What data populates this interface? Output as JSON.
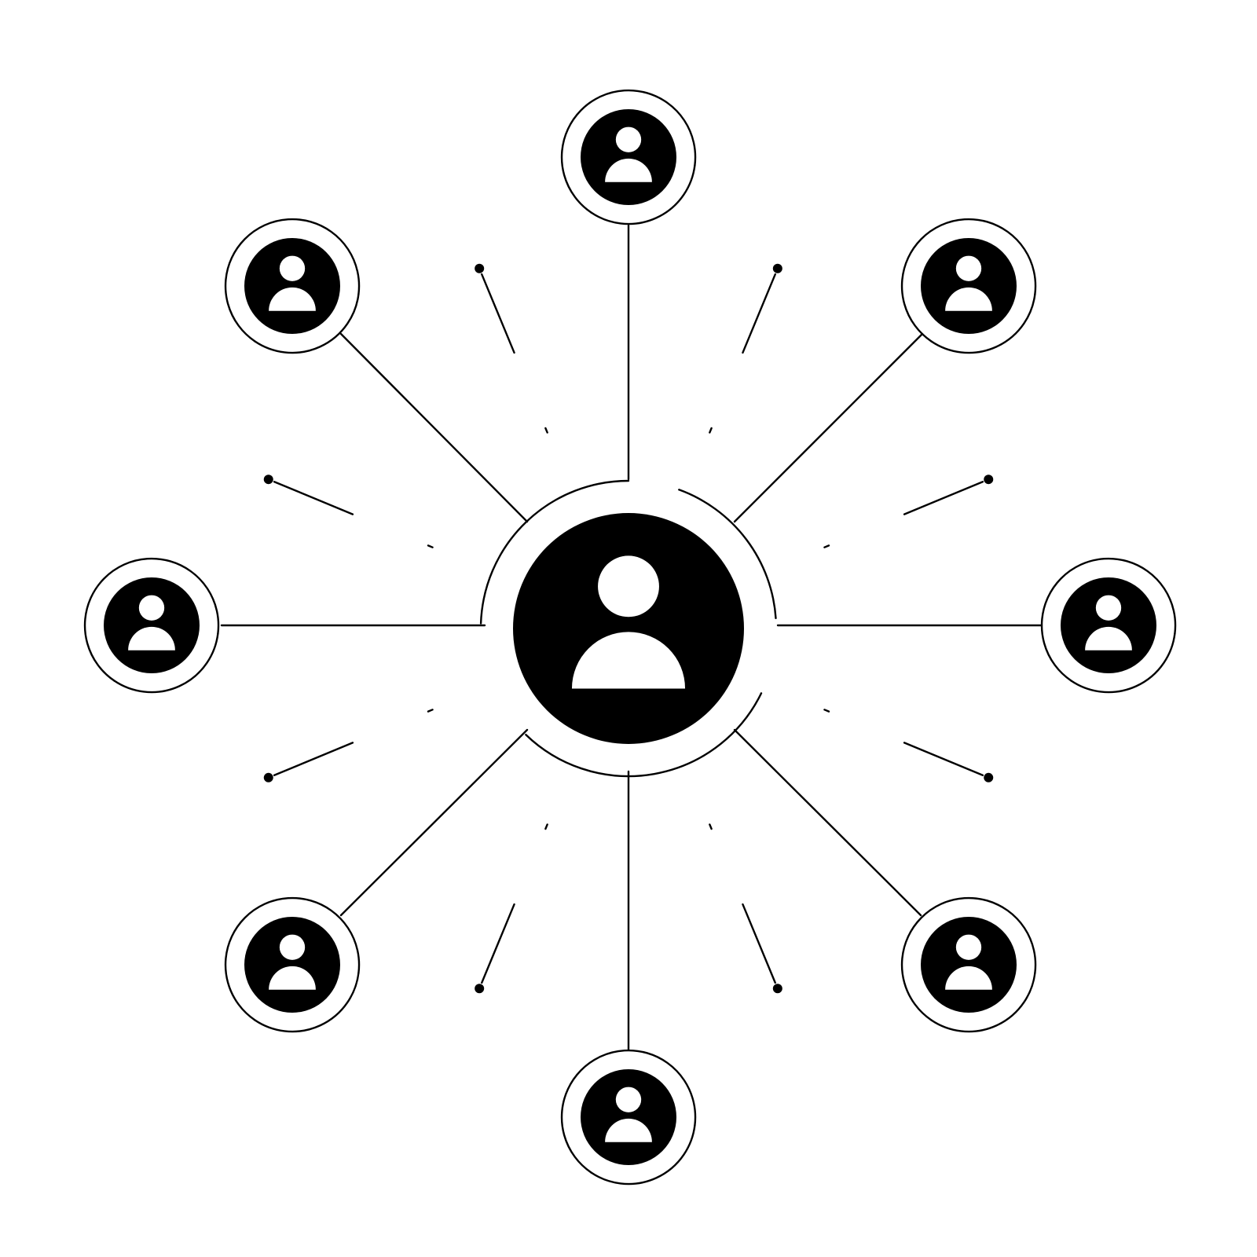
{
  "diagram": {
    "type": "hub-and-spoke network",
    "colors": {
      "background": "#ffffff",
      "ink": "#000000"
    },
    "hub": {
      "icon": "user-icon"
    },
    "nodes": [
      {
        "id": "node-top",
        "icon": "user-icon"
      },
      {
        "id": "node-top-right",
        "icon": "user-icon"
      },
      {
        "id": "node-right",
        "icon": "user-icon"
      },
      {
        "id": "node-bottom-right",
        "icon": "user-icon"
      },
      {
        "id": "node-bottom",
        "icon": "user-icon"
      },
      {
        "id": "node-bottom-left",
        "icon": "user-icon"
      },
      {
        "id": "node-left",
        "icon": "user-icon"
      },
      {
        "id": "node-top-left",
        "icon": "user-icon"
      }
    ]
  }
}
